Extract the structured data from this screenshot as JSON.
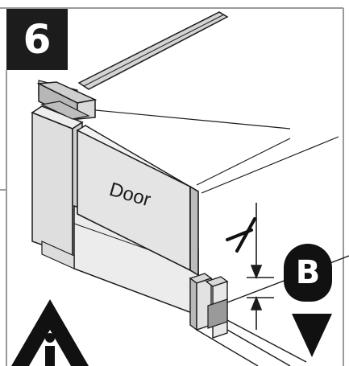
{
  "step": {
    "number": "6"
  },
  "door": {
    "label": "Door"
  },
  "callout": {
    "letter": "B"
  },
  "icons": {
    "warning": "warning-triangle-icon",
    "no_gap": "no-gap-symbol-icon",
    "pointer": "direction-arrow-icon"
  },
  "colors": {
    "ink": "#1c1c1c",
    "panel_gray": "#e2e2e2",
    "wall_gray": "#d6d6d6",
    "highlight_gray": "#9a9a9a"
  }
}
